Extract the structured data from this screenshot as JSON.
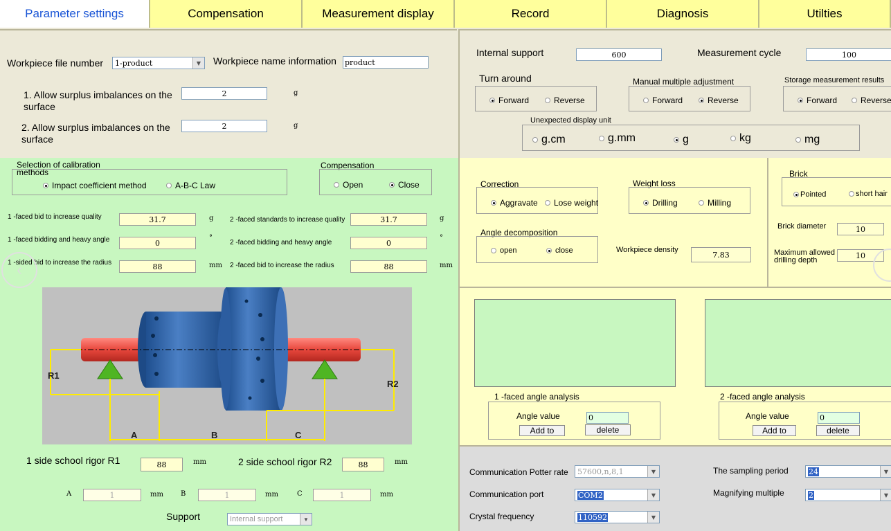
{
  "tabs": [
    "Parameter settings",
    "Compensation",
    "Measurement display",
    "Record",
    "Diagnosis",
    "Utilties"
  ],
  "workpiece": {
    "file_number_label": "Workpiece file number",
    "file_number_value": "1-product",
    "name_label": "Workpiece name information",
    "name_value": "product",
    "surplus1_label": "1. Allow surplus imbalances on the surface",
    "surplus1_value": "2",
    "surplus2_label": "2. Allow surplus imbalances on the surface",
    "surplus2_value": "2",
    "unit_g": "g"
  },
  "measure": {
    "internal_support_label": "Internal support",
    "internal_support_value": "600",
    "measurement_cycle_label": "Measurement cycle",
    "measurement_cycle_value": "100",
    "turn_around_label": "Turn around",
    "manual_label": "Manual multiple adjustment",
    "storage_label": "Storage measurement results",
    "forward": "Forward",
    "reverse": "Reverse",
    "display_unit_label": "Unexpected display unit",
    "units": [
      "g.cm",
      "g.mm",
      "g",
      "kg",
      "mg"
    ]
  },
  "calibration": {
    "selection_label": "Selection of calibration methods",
    "impact": "Impact coefficient method",
    "abc": "A-B-C Law",
    "compensation_label": "Compensation",
    "open": "Open",
    "close": "Close",
    "f1_quality_label": "1 -faced bid to increase quality",
    "f1_quality": "31.7",
    "f2_quality_label": "2 -faced standards to increase quality",
    "f2_quality": "31.7",
    "f1_angle_label": "1 -faced bidding and heavy angle",
    "f1_angle": "0",
    "f2_angle_label": "2 -faced bidding and heavy angle",
    "f2_angle": "0",
    "f1_radius_label": "1 -sided bid to increase the radius",
    "f1_radius": "88",
    "f2_radius_label": "2 -faced bid to increase the radius",
    "f2_radius": "88",
    "unit_g": "g",
    "unit_deg": "°",
    "unit_mm": "mm",
    "r1_label": "1 side school rigor R1",
    "r1_value": "88",
    "r2_label": "2 side school rigor R2",
    "r2_value": "88",
    "a_label": "A",
    "a_value": "1",
    "b_label": "B",
    "b_value": "1",
    "c_label": "C",
    "c_value": "1",
    "support_label": "Support",
    "support_value": "Internal support",
    "diagram": {
      "r1": "R1",
      "r2": "R2",
      "a": "A",
      "b": "B",
      "c": "C"
    }
  },
  "correction": {
    "correction_label": "Correction",
    "aggravate": "Aggravate",
    "lose_weight": "Lose weight",
    "weight_loss_label": "Weight loss",
    "drilling": "Drilling",
    "milling": "Milling",
    "angle_decomp_label": "Angle decomposition",
    "open": "open",
    "close": "close",
    "density_label": "Workpiece density",
    "density_value": "7.83",
    "brick_label": "Brick",
    "pointed": "Pointed",
    "short_hair": "short hair",
    "brick_diameter_label": "Brick diameter",
    "brick_diameter_value": "10",
    "max_depth_label": "Maximum allowed drilling depth",
    "max_depth_value": "10"
  },
  "angle": {
    "f1_title": "1 -faced angle analysis",
    "f2_title": "2 -faced angle analysis",
    "angle_value_label": "Angle value",
    "f1_value": "0",
    "f2_value": "0",
    "add": "Add to",
    "delete": "delete"
  },
  "comm": {
    "rate_label": "Communication Potter rate",
    "rate_value": "57600,n,8,1",
    "port_label": "Communication port",
    "port_value": "COM2",
    "crystal_label": "Crystal frequency",
    "crystal_value": "110592",
    "sampling_label": "The sampling period",
    "sampling_value": "24",
    "magnify_label": "Magnifying multiple",
    "magnify_value": "2"
  },
  "colors": {
    "tab_yellow": "#ffff9c",
    "green_panel": "#c8f7c0",
    "yellow_panel": "#ffffc8",
    "active_tab_text": "#1a55d6"
  }
}
